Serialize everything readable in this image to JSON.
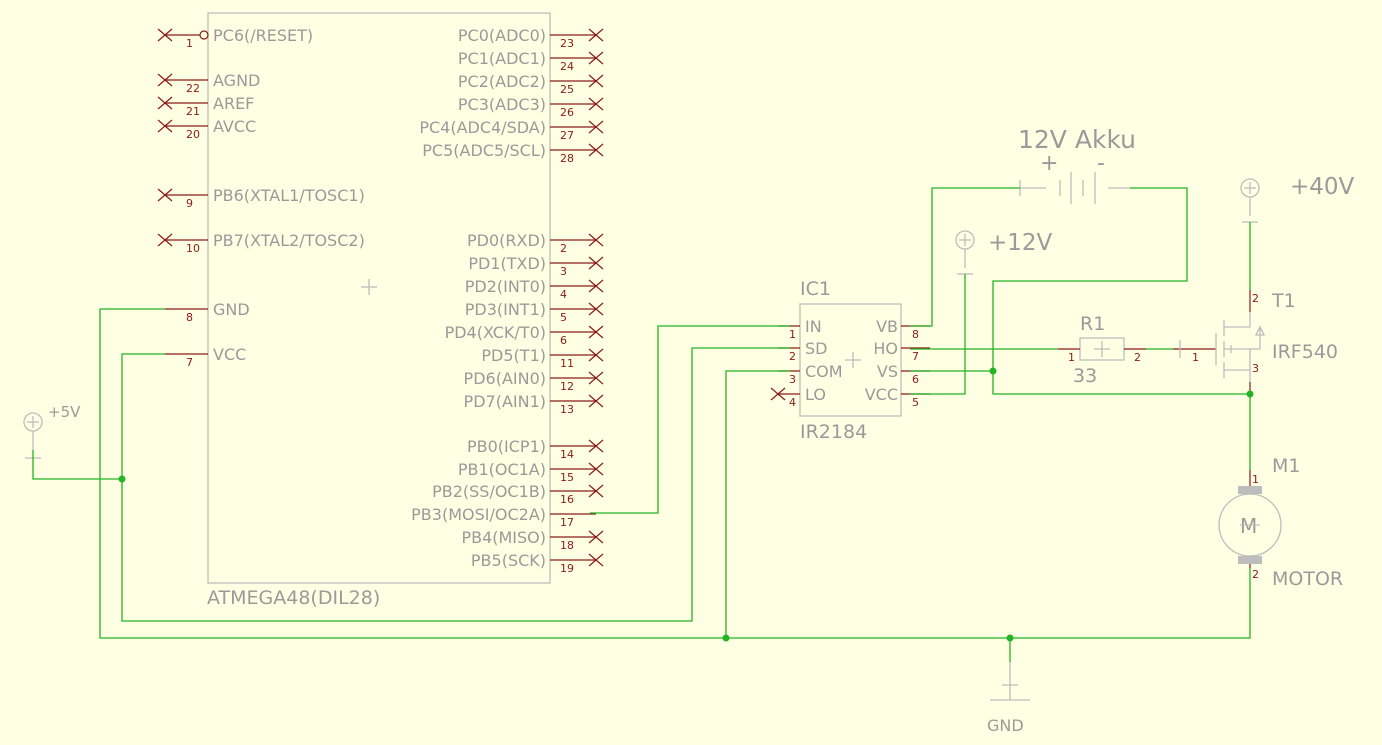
{
  "mcu": {
    "name": "ATMEGA48(DIL28)",
    "left_pins": [
      {
        "label": "PC6(/RESET)",
        "num": "1"
      },
      {
        "label": "AGND",
        "num": "22"
      },
      {
        "label": "AREF",
        "num": "21"
      },
      {
        "label": "AVCC",
        "num": "20"
      },
      {
        "label": "PB6(XTAL1/TOSC1)",
        "num": "9"
      },
      {
        "label": "PB7(XTAL2/TOSC2)",
        "num": "10"
      },
      {
        "label": "GND",
        "num": "8"
      },
      {
        "label": "VCC",
        "num": "7"
      }
    ],
    "right_pins": [
      {
        "label": "PC0(ADC0)",
        "num": "23"
      },
      {
        "label": "PC1(ADC1)",
        "num": "24"
      },
      {
        "label": "PC2(ADC2)",
        "num": "25"
      },
      {
        "label": "PC3(ADC3)",
        "num": "26"
      },
      {
        "label": "PC4(ADC4/SDA)",
        "num": "27"
      },
      {
        "label": "PC5(ADC5/SCL)",
        "num": "28"
      },
      {
        "label": "PD0(RXD)",
        "num": "2"
      },
      {
        "label": "PD1(TXD)",
        "num": "3"
      },
      {
        "label": "PD2(INT0)",
        "num": "4"
      },
      {
        "label": "PD3(INT1)",
        "num": "5"
      },
      {
        "label": "PD4(XCK/T0)",
        "num": "6"
      },
      {
        "label": "PD5(T1)",
        "num": "11"
      },
      {
        "label": "PD6(AIN0)",
        "num": "12"
      },
      {
        "label": "PD7(AIN1)",
        "num": "13"
      },
      {
        "label": "PB0(ICP1)",
        "num": "14"
      },
      {
        "label": "PB1(OC1A)",
        "num": "15"
      },
      {
        "label": "PB2(SS/OC1B)",
        "num": "16"
      },
      {
        "label": "PB3(MOSI/OC2A)",
        "num": "17"
      },
      {
        "label": "PB4(MISO)",
        "num": "18"
      },
      {
        "label": "PB5(SCK)",
        "num": "19"
      }
    ]
  },
  "driver": {
    "ref": "IC1",
    "value": "IR2184",
    "left_pins": [
      {
        "label": "IN",
        "num": "1"
      },
      {
        "label": "SD",
        "num": "2"
      },
      {
        "label": "COM",
        "num": "3"
      },
      {
        "label": "LO",
        "num": "4"
      }
    ],
    "right_pins": [
      {
        "label": "VB",
        "num": "8"
      },
      {
        "label": "HO",
        "num": "7"
      },
      {
        "label": "VS",
        "num": "6"
      },
      {
        "label": "VCC",
        "num": "5"
      }
    ]
  },
  "resistor": {
    "ref": "R1",
    "value": "33",
    "pin1": "1",
    "pin2": "2"
  },
  "mosfet": {
    "ref": "T1",
    "value": "IRF540",
    "pin_gate": "1",
    "pin_drain": "2",
    "pin_source": "3"
  },
  "motor": {
    "ref": "M1",
    "value": "MOTOR",
    "symbol": "M",
    "pin1": "1",
    "pin2": "2"
  },
  "battery": {
    "label": "12V Akku",
    "plus": "+",
    "minus": "-"
  },
  "supplies": {
    "v5": "+5V",
    "v12": "+12V",
    "v40": "+40V",
    "gnd": "GND"
  },
  "colors": {
    "wire": "#22b422",
    "pin": "#8a1a1a",
    "body": "#bdbdbd",
    "text": "#9a9a9a",
    "background": "#ffffe4"
  }
}
